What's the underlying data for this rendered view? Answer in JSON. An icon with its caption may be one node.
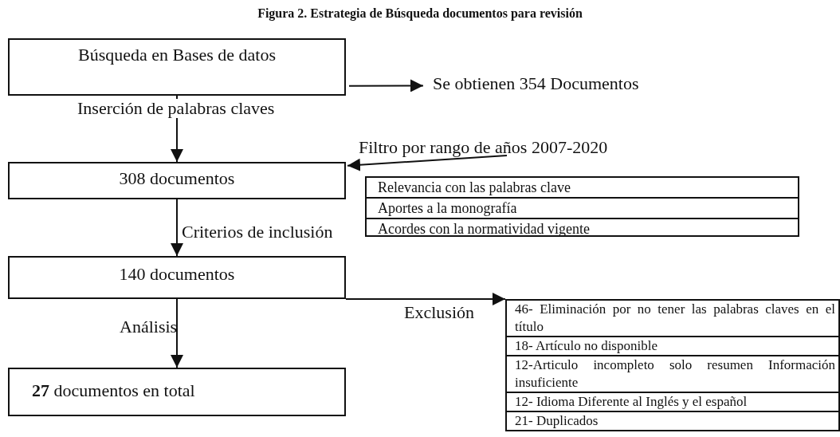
{
  "diagram": {
    "title": "Figura 2. Estrategia de Búsqueda documentos para revisión",
    "nodes": [
      {
        "text": [
          "Búsqueda en Bases de datos"
        ]
      },
      {
        "text": [
          "Se obtienen 354 Documentos"
        ]
      },
      {
        "text": [
          "308 documentos"
        ]
      },
      {
        "text": [
          "Filtro por rango de años 2007-2020"
        ]
      },
      {
        "text": [
          "Relevancia con las palabras clave",
          "Aportes a la monografía",
          "Acordes con la normatividad vigente"
        ]
      },
      {
        "text": [
          "140 documentos"
        ]
      },
      {
        "text": [
          "46- Eliminación por no tener las palabras claves en el título",
          "18- Artículo no disponible",
          "12-Articulo incompleto solo resumen Información insuficiente",
          "12- Idioma Diferente al Inglés y el español",
          "21- Duplicados"
        ]
      },
      {
        "text": [
          "**27** documentos en total"
        ]
      }
    ],
    "edges": [
      {
        "from": 0,
        "to": 2,
        "arrow": "to",
        "label": "Inserción de palabras claves"
      },
      {
        "from": 0,
        "to": 1,
        "arrow": "to"
      },
      {
        "from": 3,
        "to": 2,
        "arrow": "to"
      },
      {
        "from": 2,
        "to": 5,
        "arrow": "to",
        "label": "Criterios de inclusión"
      },
      {
        "from": 5,
        "to": 6,
        "arrow": "to",
        "label": "Exclusión"
      },
      {
        "from": 5,
        "to": 7,
        "arrow": "to",
        "label": "Análisis"
      }
    ]
  }
}
